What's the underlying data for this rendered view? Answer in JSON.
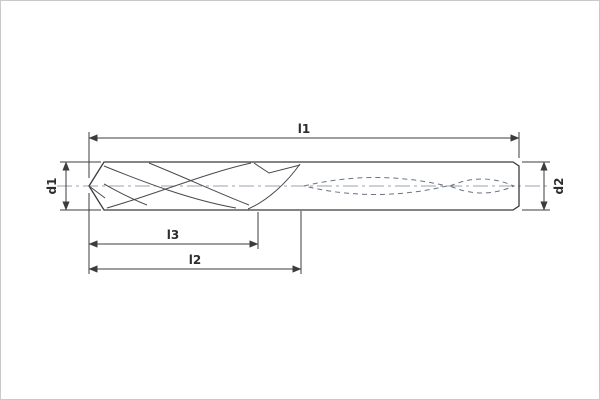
{
  "drawing": {
    "type": "technical-drawing",
    "subject": "twist-drill-side-view",
    "labels": {
      "l1": "l1",
      "l2": "l2",
      "l3": "l3",
      "d1": "d1",
      "d2": "d2"
    }
  },
  "colors": {
    "background": "#ffffff",
    "outline": "#3a3a3a",
    "hidden_lines": "#6b7280",
    "centerline": "#98a1b0",
    "dimension_lines": "#3c3c3c",
    "text": "#2d2d2d"
  }
}
